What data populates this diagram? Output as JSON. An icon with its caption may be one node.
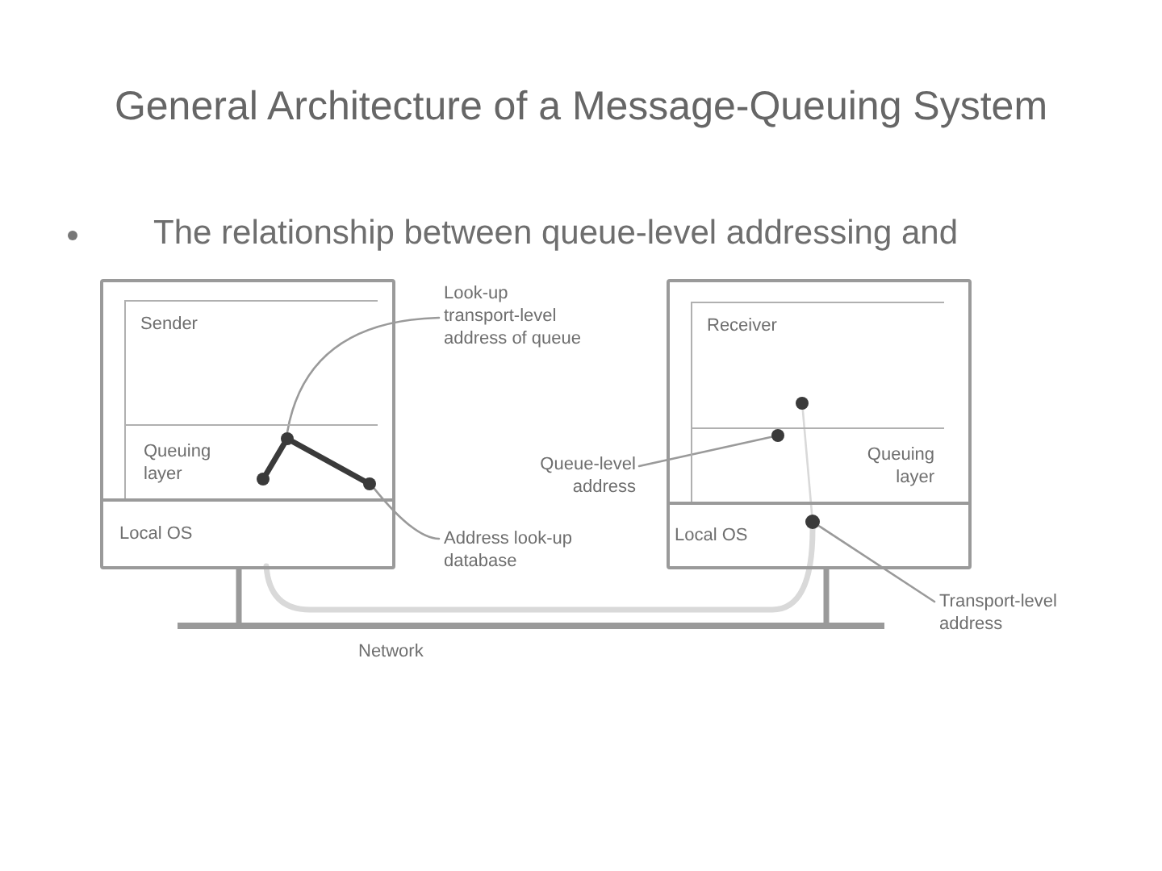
{
  "diagram": {
    "title": "General Architecture of a Message-Queuing System",
    "nodes": [
      {
        "text": [],
        "shape": "box"
      },
      {
        "text": [
          "Sender"
        ],
        "in": 0
      },
      {
        "text": [
          "Queuing layer"
        ],
        "in": 0
      },
      {
        "text": [
          "Local OS"
        ],
        "in": 0
      },
      {
        "text": [],
        "shape": "circle",
        "in": 2
      },
      {
        "text": [],
        "shape": "circle",
        "in": 2
      },
      {
        "text": [],
        "shape": "circle",
        "in": 2
      },
      {
        "text": [
          "Look-up transport-level address of queue"
        ]
      },
      {
        "text": [
          "Queue-level address"
        ]
      },
      {
        "text": [
          "Address look-up database"
        ]
      },
      {
        "text": [],
        "shape": "box"
      },
      {
        "text": [
          "Receiver"
        ],
        "in": 10
      },
      {
        "text": [
          "Queuing layer"
        ],
        "in": 10
      },
      {
        "text": [
          "Local OS"
        ],
        "in": 10
      },
      {
        "text": [],
        "shape": "circle",
        "in": 11
      },
      {
        "text": [],
        "shape": "circle",
        "in": 12
      },
      {
        "text": [],
        "shape": "circle",
        "in": 13
      },
      {
        "text": [
          "Transport-level address"
        ]
      },
      {
        "text": [],
        "shape": "bar",
        "beside": [
          "Network"
        ]
      }
    ],
    "edges": [
      {
        "from": 0,
        "to": 18,
        "arrow": "none",
        "style": "thick"
      },
      {
        "from": 10,
        "to": 18,
        "arrow": "none",
        "style": "thick"
      },
      {
        "from": 4,
        "to": 5,
        "arrow": "none",
        "style": "thick",
        "color": "#3a3a3a"
      },
      {
        "from": 4,
        "to": 6,
        "arrow": "none",
        "style": "thick",
        "color": "#3a3a3a"
      },
      {
        "from": 7,
        "to": 4,
        "arrow": "none"
      },
      {
        "from": 8,
        "to": 15,
        "arrow": "none"
      },
      {
        "from": 9,
        "to": 6,
        "arrow": "none"
      },
      {
        "from": 17,
        "to": 16,
        "arrow": "none"
      },
      {
        "from": 16,
        "to": 14,
        "arrow": "none",
        "color": "#d9d9d9"
      },
      {
        "from": 3,
        "to": 16,
        "arrow": "none",
        "style": "thick",
        "color": "#d9d9d9"
      }
    ],
    "labels": [
      "The relationship between queue-level addressing and"
    ]
  }
}
